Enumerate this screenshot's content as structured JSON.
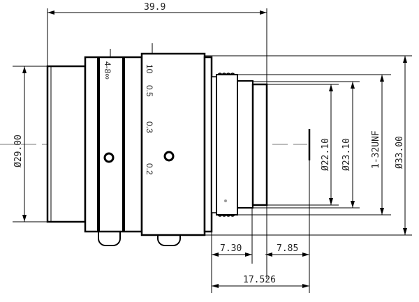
{
  "drawing": {
    "overall_length": "39.9",
    "front_diameter": "Ø29.00",
    "inner_diameter_1": "Ø22.10",
    "inner_diameter_2": "Ø23.10",
    "thread": "1-32UNF",
    "outer_diameter": "Ø33.00",
    "mount_offset": "7.30",
    "flange_offset": "7.85",
    "flange_back": "17.526",
    "iris_scale": "4-8∞",
    "focus_scale": [
      "10",
      "0.5",
      "0.3",
      "0.2"
    ]
  }
}
